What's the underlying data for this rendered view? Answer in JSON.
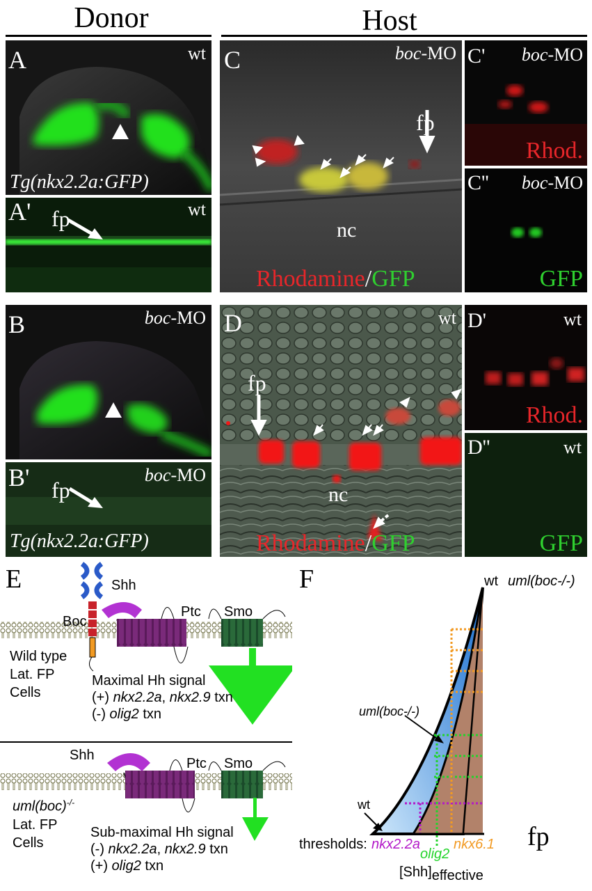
{
  "headers": {
    "donor": "Donor",
    "host": "Host"
  },
  "panels": {
    "A": {
      "label": "A",
      "tag": "wt",
      "caption": "Tg(nkx2.2a:GFP)"
    },
    "A2": {
      "label": "A'",
      "tag": "wt",
      "fp": "fp"
    },
    "B": {
      "label": "B",
      "tag_gene": "boc",
      "tag_suffix": "-MO"
    },
    "B2": {
      "label": "B'",
      "tag_gene": "boc",
      "tag_suffix": "-MO",
      "fp": "fp",
      "caption": "Tg(nkx2.2a:GFP)"
    },
    "C": {
      "label": "C",
      "tag_gene": "boc",
      "tag_suffix": "-MO",
      "fp": "fp",
      "nc": "nc",
      "stain1": "Rhodamine",
      "slash": "/",
      "stain2": "GFP"
    },
    "C1": {
      "label": "C'",
      "tag_gene": "boc",
      "tag_suffix": "-MO",
      "stain": "Rhod."
    },
    "C2": {
      "label": "C''",
      "tag_gene": "boc",
      "tag_suffix": "-MO",
      "stain": "GFP"
    },
    "D": {
      "label": "D",
      "tag": "wt",
      "fp": "fp",
      "nc": "nc",
      "stain1": "Rhodamine",
      "slash": "/",
      "stain2": "GFP"
    },
    "D1": {
      "label": "D'",
      "tag": "wt",
      "stain": "Rhod."
    },
    "D2": {
      "label": "D''",
      "tag": "wt",
      "stain": "GFP"
    }
  },
  "panelE": {
    "label": "E",
    "boc": "Boc",
    "shh_top": "Shh",
    "ptc_top": "Ptc",
    "smo_top": "Smo",
    "wt_lines": [
      "Wild type",
      "Lat. FP",
      "Cells"
    ],
    "signal_max": "Maximal Hh signal",
    "wt_txn1_prefix": "(+) ",
    "wt_txn1_g1": "nkx2.2a",
    "wt_txn1_sep": ", ",
    "wt_txn1_g2": "nkx2.9",
    "wt_txn1_suffix": " txn",
    "wt_txn2_prefix": "(-) ",
    "wt_txn2_g": "olig2",
    "wt_txn2_suffix": " txn",
    "shh_bot": "Shh",
    "ptc_bot": "Ptc",
    "smo_bot": "Smo",
    "mut_genotype": "uml(boc)",
    "mut_sup": "-/-",
    "mut_lines": [
      "Lat. FP",
      "Cells"
    ],
    "signal_sub": "Sub-maximal Hh signal",
    "mut_txn1_prefix": "(-) ",
    "mut_txn1_g1": "nkx2.2a",
    "mut_txn1_sep": ", ",
    "mut_txn1_g2": "nkx2.9",
    "mut_txn1_suffix": " txn",
    "mut_txn2_prefix": "(+) ",
    "mut_txn2_g": "olig2",
    "mut_txn2_suffix": " txn"
  },
  "panelF": {
    "label": "F",
    "col_wt": "wt",
    "col_mut": "uml(boc-/-)",
    "curve_mut": "uml(boc-/-)",
    "curve_wt": "wt",
    "thresholds": "thresholds:",
    "t1": "nkx2.2a",
    "t2": "olig2",
    "t3": "nkx6.1",
    "xaxis_main": "[Shh]",
    "xaxis_sub": "effective",
    "fp": "fp",
    "colors": {
      "blue": "#1a7fc8",
      "magenta": "#ee3fd2",
      "orange": "#f29a22",
      "green": "#23d42b",
      "purple": "#b318c8",
      "white": "#ffffff"
    },
    "wt_cells": [
      "blue",
      "blue",
      "blue",
      "blue",
      "magenta",
      "magenta",
      "magenta",
      "magenta",
      "orange",
      "orange",
      "green",
      "green",
      "green",
      "purple",
      "purple"
    ],
    "mut_cells": [
      "blue",
      "blue",
      "blue",
      "blue",
      "magenta",
      "magenta",
      "magenta",
      "magenta",
      "orange",
      "white",
      "orange",
      "green",
      "green",
      "green",
      "green"
    ]
  }
}
